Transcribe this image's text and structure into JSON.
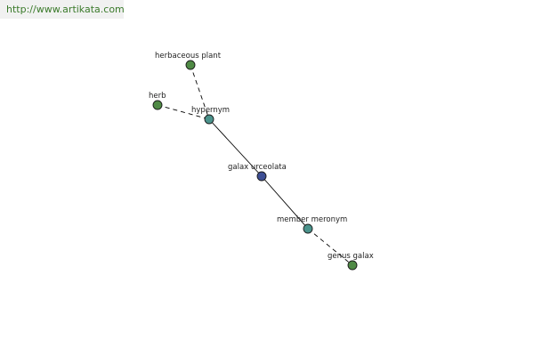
{
  "watermark": {
    "text": "http://www.artikata.com"
  },
  "colors": {
    "center_node": "#3d4e94",
    "relation_node": "#4b938c",
    "term_node": "#4f8a45",
    "watermark_text": "#3a7a2a"
  },
  "nodes": [
    {
      "id": "herbaceous-plant",
      "label": "herbaceous plant",
      "kind": "term"
    },
    {
      "id": "herb",
      "label": "herb",
      "kind": "term"
    },
    {
      "id": "hypernym",
      "label": "hypernym",
      "kind": "relation"
    },
    {
      "id": "galax-urceolata",
      "label": "galax urceolata",
      "kind": "center"
    },
    {
      "id": "member-meronym",
      "label": "member meronym",
      "kind": "relation"
    },
    {
      "id": "genus-galax",
      "label": "genus galax",
      "kind": "term"
    }
  ],
  "edges": [
    {
      "from": "herbaceous-plant",
      "to": "hypernym",
      "style": "dashed"
    },
    {
      "from": "herb",
      "to": "hypernym",
      "style": "dashed"
    },
    {
      "from": "hypernym",
      "to": "galax-urceolata",
      "style": "solid"
    },
    {
      "from": "galax-urceolata",
      "to": "member-meronym",
      "style": "solid"
    },
    {
      "from": "member-meronym",
      "to": "genus-galax",
      "style": "dashed"
    }
  ]
}
